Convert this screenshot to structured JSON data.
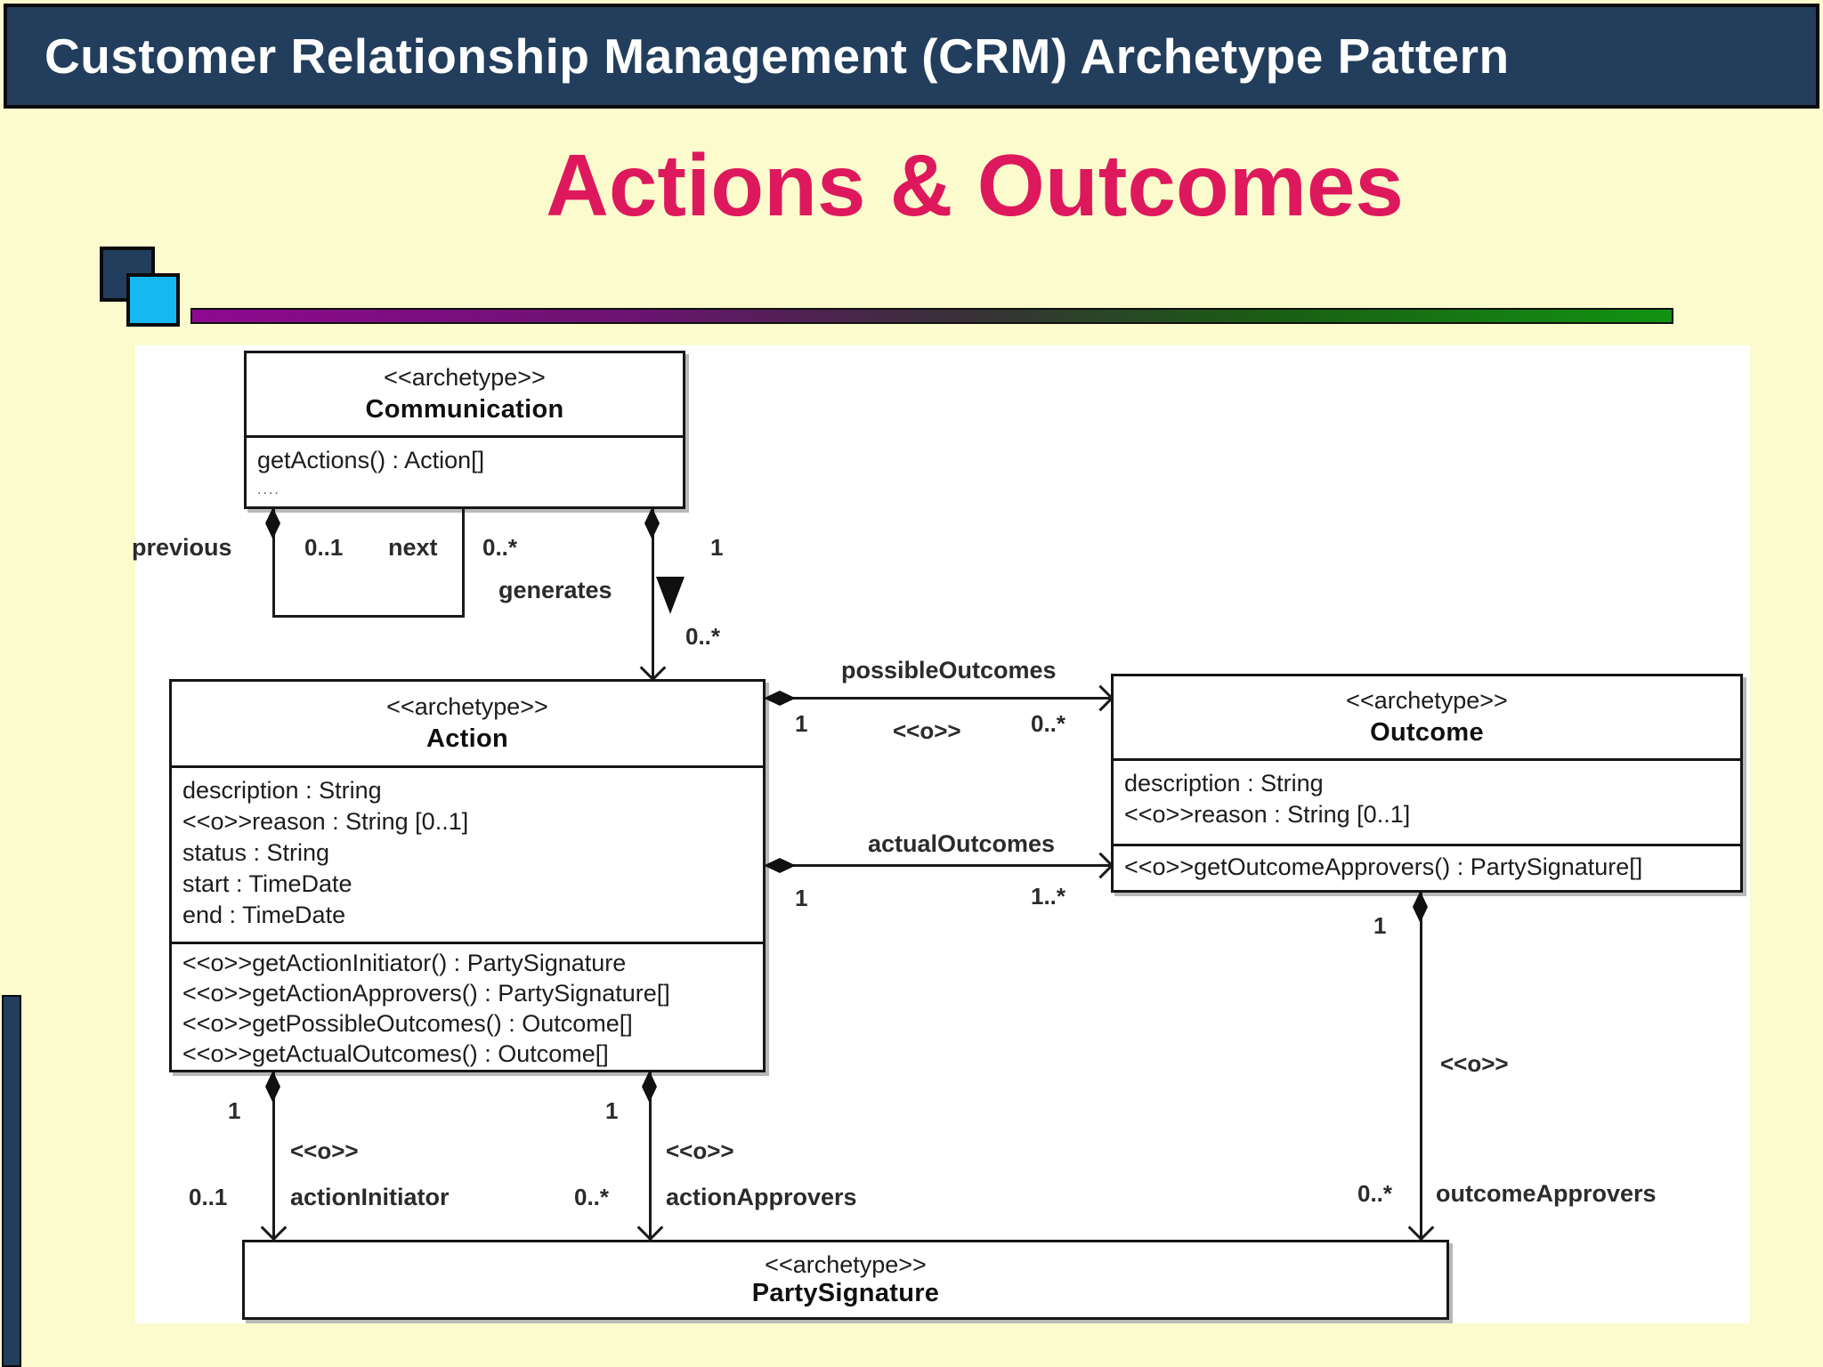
{
  "header": {
    "title": "Customer Relationship Management (CRM) Archetype Pattern"
  },
  "slide": {
    "title": "Actions & Outcomes"
  },
  "colors": {
    "header_bg": "#223E5C",
    "title_text": "#DE185C",
    "accent_cyan": "#17B7F2",
    "accent_navy": "#223E5C",
    "gradient_left": "#8E0990",
    "gradient_right": "#129312",
    "page_bg": "#FCFBCE",
    "diagram_bg": "#FFFFFF",
    "line": "#1A1A1A"
  },
  "diagram": {
    "classes": {
      "communication": {
        "stereotype": "<<archetype>>",
        "name": "Communication",
        "operations": [
          "getActions() : Action[]",
          "...."
        ]
      },
      "action": {
        "stereotype": "<<archetype>>",
        "name": "Action",
        "attributes": [
          "description : String",
          "<<o>>reason : String [0..1]",
          "status : String",
          "start : TimeDate",
          "end : TimeDate"
        ],
        "operations": [
          "<<o>>getActionInitiator() : PartySignature",
          "<<o>>getActionApprovers() : PartySignature[]",
          "<<o>>getPossibleOutcomes() : Outcome[]",
          "<<o>>getActualOutcomes() : Outcome[]"
        ]
      },
      "outcome": {
        "stereotype": "<<archetype>>",
        "name": "Outcome",
        "attributes": [
          "description : String",
          "<<o>>reason : String [0..1]"
        ],
        "operations": [
          "<<o>>getOutcomeApprovers() : PartySignature[]"
        ]
      },
      "party_signature": {
        "stereotype": "<<archetype>>",
        "name": "PartySignature"
      }
    },
    "edges": {
      "self_association": {
        "role_previous": "previous",
        "mult_previous": "0..1",
        "role_next": "next",
        "mult_next": "0..*"
      },
      "generates": {
        "name": "generates",
        "mult_source": "1",
        "mult_target": "0..*"
      },
      "possible_outcomes": {
        "name": "possibleOutcomes",
        "mult_source": "1",
        "stereotype": "<<o>>",
        "mult_target": "0..*"
      },
      "actual_outcomes": {
        "name": "actualOutcomes",
        "mult_source": "1",
        "mult_target": "1..*"
      },
      "action_initiator": {
        "role": "actionInitiator",
        "stereotype": "<<o>>",
        "mult_source": "1",
        "mult_target": "0..1"
      },
      "action_approvers": {
        "role": "actionApprovers",
        "stereotype": "<<o>>",
        "mult_source": "1",
        "mult_target": "0..*"
      },
      "outcome_approvers": {
        "role": "outcomeApprovers",
        "stereotype": "<<o>>",
        "mult_source": "1",
        "mult_target": "0..*"
      }
    }
  }
}
